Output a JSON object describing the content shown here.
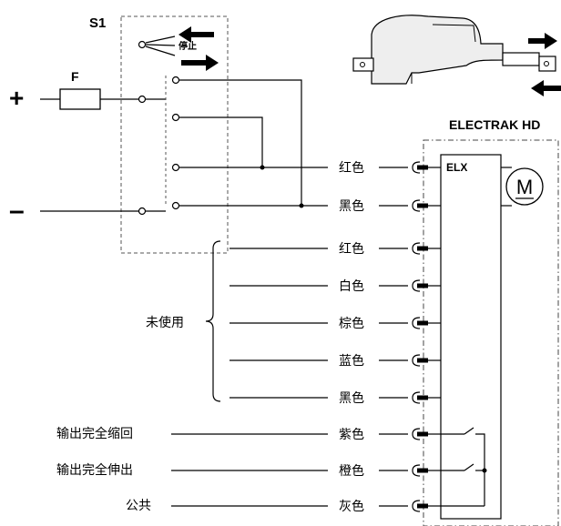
{
  "switch_label": "S1",
  "fuse_label": "F",
  "stop_label": "停止",
  "plus_sign": "+",
  "minus_sign": "–",
  "product_name": "ELECTRAK HD",
  "controller_label": "ELX",
  "motor_label": "M",
  "wires": [
    {
      "label": "红色"
    },
    {
      "label": "黑色"
    },
    {
      "label": "红色"
    },
    {
      "label": "白色"
    },
    {
      "label": "棕色"
    },
    {
      "label": "蓝色"
    },
    {
      "label": "黑色"
    },
    {
      "label": "紫色"
    },
    {
      "label": "橙色"
    },
    {
      "label": "灰色"
    }
  ],
  "unused_label": "未使用",
  "signals": [
    {
      "label": "输出完全缩回"
    },
    {
      "label": "输出完全伸出"
    },
    {
      "label": "公共"
    }
  ]
}
